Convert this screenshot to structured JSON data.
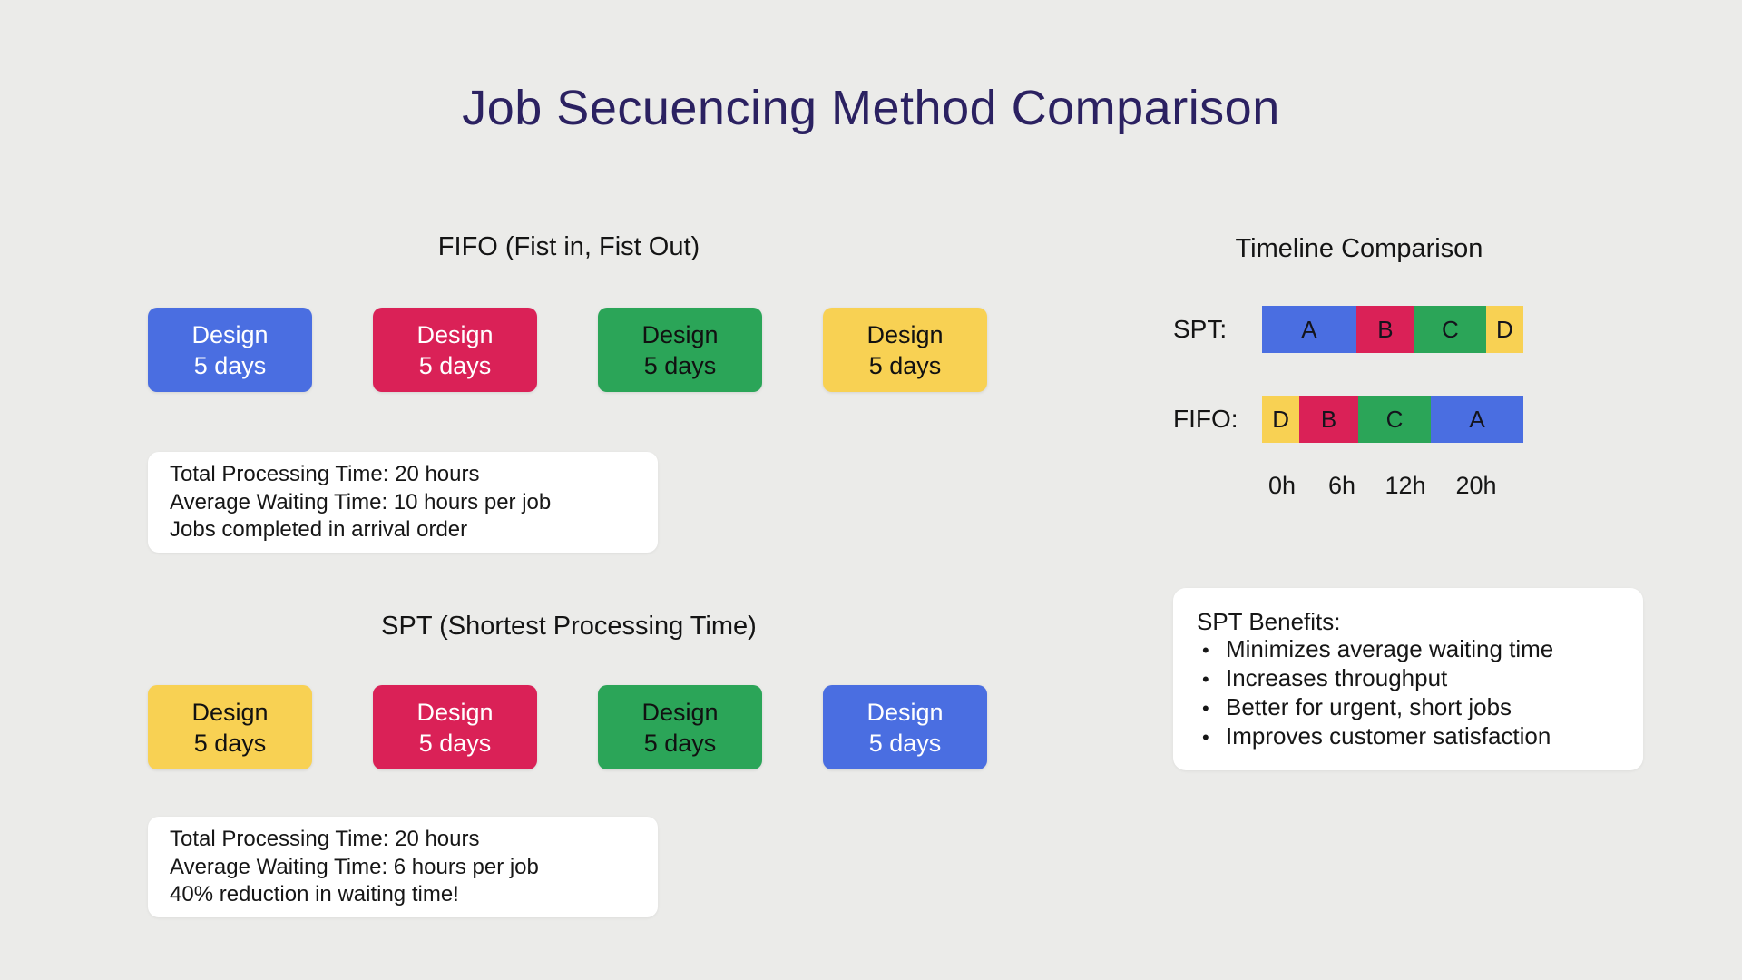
{
  "title": "Job Secuencing Method Comparison",
  "palette": {
    "background": "#ebebe9",
    "title_color": "#2b2161",
    "blue": "#4a6ee1",
    "crimson": "#da2157",
    "green": "#2ba558",
    "yellow": "#f8d153",
    "card_white": "#ffffff"
  },
  "fifo": {
    "heading": "FIFO (Fist in, Fist Out)",
    "jobs": [
      {
        "name": "Design",
        "duration": "5 days",
        "color": "#4a6ee1",
        "text_color": "#ffffff"
      },
      {
        "name": "Design",
        "duration": "5 days",
        "color": "#da2157",
        "text_color": "#ffffff"
      },
      {
        "name": "Design",
        "duration": "5 days",
        "color": "#2ba558",
        "text_color": "#111111"
      },
      {
        "name": "Design",
        "duration": "5 days",
        "color": "#f8d153",
        "text_color": "#111111"
      }
    ],
    "stats": [
      "Total Processing Time: 20 hours",
      "Average Waiting Time: 10 hours per job",
      "Jobs completed in arrival order"
    ]
  },
  "spt": {
    "heading": "SPT (Shortest Processing Time)",
    "jobs": [
      {
        "name": "Design",
        "duration": "5 days",
        "color": "#f8d153",
        "text_color": "#111111"
      },
      {
        "name": "Design",
        "duration": "5 days",
        "color": "#da2157",
        "text_color": "#ffffff"
      },
      {
        "name": "Design",
        "duration": "5 days",
        "color": "#2ba558",
        "text_color": "#111111"
      },
      {
        "name": "Design",
        "duration": "5 days",
        "color": "#4a6ee1",
        "text_color": "#ffffff"
      }
    ],
    "stats": [
      "Total Processing Time: 20 hours",
      "Average Waiting Time: 6 hours per job",
      "40% reduction in waiting time!"
    ]
  },
  "timeline": {
    "heading": "Timeline Comparison",
    "rows": [
      {
        "label": "SPT:",
        "blocks": [
          {
            "job": "A",
            "color": "#4a6ee1",
            "width": "36.1%"
          },
          {
            "job": "B",
            "color": "#da2157",
            "width": "22.2%"
          },
          {
            "job": "C",
            "color": "#2ba558",
            "width": "27.4%"
          },
          {
            "job": "D",
            "color": "#f8d153",
            "width": "14.3%"
          }
        ]
      },
      {
        "label": "FIFO:",
        "blocks": [
          {
            "job": "D",
            "color": "#f8d153",
            "width": "14.3%"
          },
          {
            "job": "B",
            "color": "#da2157",
            "width": "22.5%"
          },
          {
            "job": "C",
            "color": "#2ba558",
            "width": "27.8%"
          },
          {
            "job": "A",
            "color": "#4a6ee1",
            "width": "35.4%"
          }
        ]
      }
    ],
    "ticks": [
      "0h",
      "6h",
      "12h",
      "20h"
    ]
  },
  "benefits": {
    "heading": "SPT Benefits:",
    "bullet": "●",
    "items": [
      "Minimizes average waiting time",
      "Increases throughput",
      "Better for urgent, short jobs",
      "Improves customer satisfaction"
    ]
  }
}
